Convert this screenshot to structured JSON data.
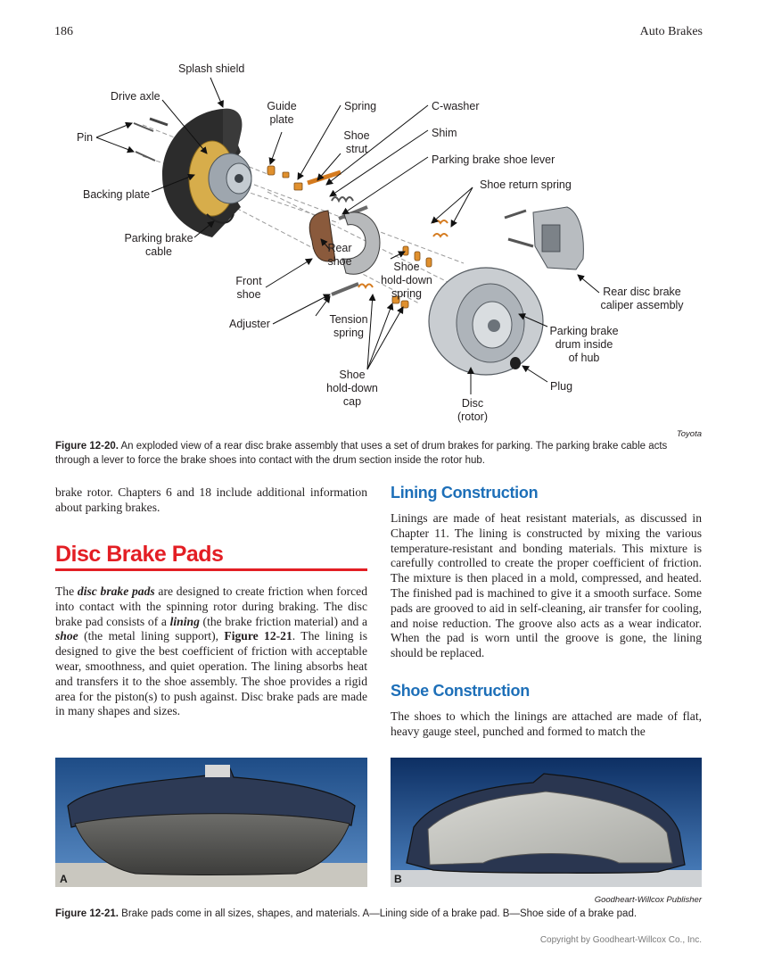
{
  "header": {
    "page_number": "186",
    "running_title": "Auto Brakes"
  },
  "figure_12_20": {
    "labels": {
      "splash_shield": "Splash shield",
      "drive_axle": "Drive axle",
      "pin": "Pin",
      "backing_plate": "Backing plate",
      "parking_brake_cable": [
        "Parking brake",
        "cable"
      ],
      "guide_plate": [
        "Guide",
        "plate"
      ],
      "spring": "Spring",
      "shoe_strut": [
        "Shoe",
        "strut"
      ],
      "c_washer": "C-washer",
      "shim": "Shim",
      "parking_brake_shoe_lever": "Parking brake shoe lever",
      "shoe_return_spring": "Shoe return spring",
      "rear_shoe": [
        "Rear",
        "shoe"
      ],
      "shoe_hold_down_spring": [
        "Shoe",
        "hold-down",
        "spring"
      ],
      "front_shoe": [
        "Front",
        "shoe"
      ],
      "adjuster": "Adjuster",
      "tension_spring": [
        "Tension",
        "spring"
      ],
      "shoe_hold_down_cap": [
        "Shoe",
        "hold-down",
        "cap"
      ],
      "disc_rotor": [
        "Disc",
        "(rotor)"
      ],
      "rear_disc_brake_caliper": [
        "Rear disc brake",
        "caliper assembly"
      ],
      "parking_brake_drum": [
        "Parking brake",
        "drum inside",
        "of hub"
      ],
      "plug": "Plug"
    },
    "credit": "Toyota",
    "caption_label": "Figure 12-20.",
    "caption_text": " An exploded view of a rear disc brake assembly that uses a set of drum brakes for parking. The parking brake cable acts through a lever to force the brake shoes into contact with the drum section inside the rotor hub."
  },
  "left_column": {
    "intro_paragraph": "brake rotor. Chapters 6 and 18 include additional information about parking brakes.",
    "section_heading": "Disc Brake Pads",
    "para": {
      "t1": "The ",
      "k1": "disc brake pads",
      "t2": " are designed to create friction when forced into contact with the spinning rotor during braking. The disc brake pad consists of a ",
      "k2": "lining",
      "t3": " (the brake friction material) and a ",
      "k3": "shoe",
      "t4": " (the metal lining support), ",
      "ref": "Figure 12-21",
      "t5": ". The lining is designed to give the best coefficient of friction with acceptable wear, smoothness, and quiet operation. The lining absorbs heat and transfers it to the shoe assembly. The shoe provides a rigid area for the piston(s) to push against. Disc brake pads are made in many shapes and sizes."
    }
  },
  "right_column": {
    "lining_heading": "Lining Construction",
    "lining_text": "Linings are made of heat resistant materials, as discussed in Chapter 11. The lining is constructed by mixing the various temperature-resistant and bonding materials. This mixture is carefully controlled to create the proper coefficient of friction. The mixture is then placed in a mold, compressed, and heated. The finished pad is machined to give it a smooth surface. Some pads are grooved to aid in self-cleaning, air transfer for cooling, and noise reduction. The groove also acts as a wear indicator. When the pad is worn until the groove is gone, the lining should be replaced.",
    "shoe_heading": "Shoe Construction",
    "shoe_text": "The shoes to which the linings are attached are made of flat, heavy gauge steel, punched and formed to match the"
  },
  "figure_12_21": {
    "photo_a_letter": "A",
    "photo_b_letter": "B",
    "credit": "Goodheart-Willcox Publisher",
    "caption_label": "Figure 12-21.",
    "caption_text": " Brake pads come in all sizes, shapes, and materials. A—Lining side of a brake pad. B—Shoe side of a brake pad."
  },
  "footer": {
    "copyright": "Copyright by Goodheart-Willcox Co., Inc."
  },
  "colors": {
    "heading_red": "#e31e24",
    "subheading_blue": "#1d6fb8",
    "text": "#231f20"
  }
}
